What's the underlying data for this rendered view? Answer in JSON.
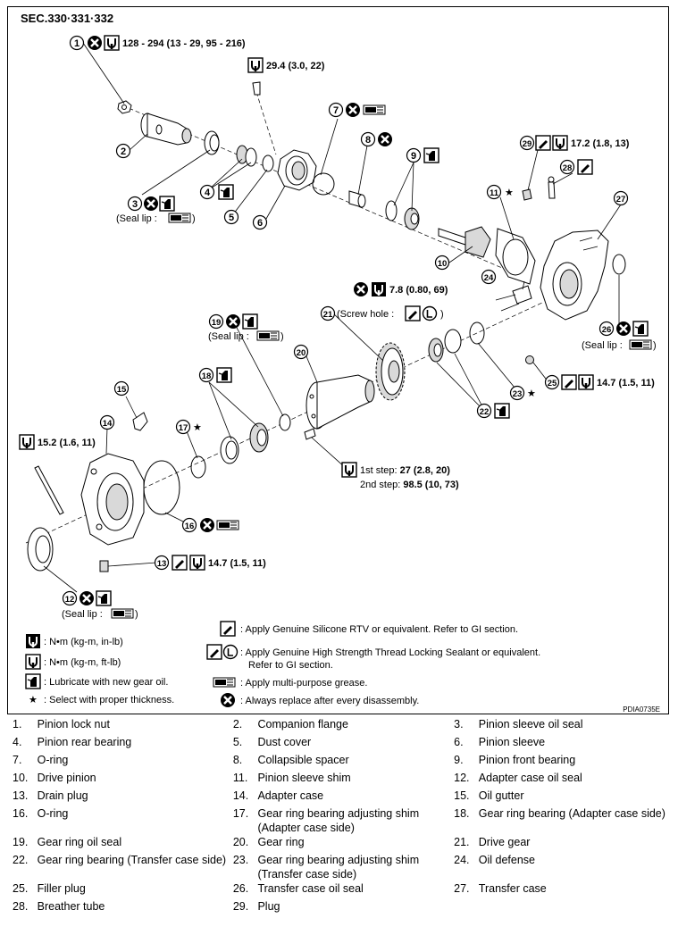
{
  "section": "SEC.330·331·332",
  "figure_id": "PDIA0735E",
  "callouts": {
    "c1": "1",
    "c2": "2",
    "c3": "3",
    "c4": "4",
    "c5": "5",
    "c6": "6",
    "c7": "7",
    "c8": "8",
    "c9": "9",
    "c10": "10",
    "c11": "11",
    "c12": "12",
    "c13": "13",
    "c14": "14",
    "c15": "15",
    "c16": "16",
    "c17": "17",
    "c18": "18",
    "c19": "19",
    "c20": "20",
    "c21": "21",
    "c22": "22",
    "c23": "23",
    "c24": "24",
    "c25": "25",
    "c26": "26",
    "c27": "27",
    "c28": "28",
    "c29": "29"
  },
  "torques": {
    "t1": "128 - 294 (13 - 29, 95 - 216)",
    "t_bolt": "29.4 (3.0, 22)",
    "t29": "17.2 (1.8, 13)",
    "t_defense": "7.8 (0.80, 69)",
    "t25": "14.7 (1.5, 11)",
    "t_adapter": "15.2 (1.6, 11)",
    "t13": "14.7 (1.5, 11)",
    "t_step1_label": "1st step: ",
    "t_step1": "27 (2.8, 20)",
    "t_step2_label": "2nd step: ",
    "t_step2": "98.5 (10, 73)"
  },
  "notes": {
    "seal_lip": "(Seal lip :",
    "close_paren": ")",
    "screw_hole": "(Screw hole :",
    "star": "★"
  },
  "legend_symbols": {
    "nm_kgm_inlb": ": N•m (kg-m, in-lb)",
    "nm_kgm_ftlb": ": N•m (kg-m, ft-lb)",
    "gear_oil": ": Lubricate with new gear oil.",
    "thickness": ": Select with proper thickness.",
    "rtv": ": Apply Genuine Silicone RTV or equivalent. Refer to GI section.",
    "thread_lock_1": ": Apply Genuine High Strength Thread Locking Sealant or equivalent.",
    "thread_lock_2": "Refer to GI section.",
    "grease": ": Apply multi-purpose grease.",
    "replace": ": Always replace after every disassembly."
  },
  "parts": [
    {
      "n": "1.",
      "name": "Pinion lock nut"
    },
    {
      "n": "2.",
      "name": "Companion flange"
    },
    {
      "n": "3.",
      "name": "Pinion sleeve oil seal"
    },
    {
      "n": "4.",
      "name": "Pinion rear bearing"
    },
    {
      "n": "5.",
      "name": "Dust cover"
    },
    {
      "n": "6.",
      "name": "Pinion sleeve"
    },
    {
      "n": "7.",
      "name": "O-ring"
    },
    {
      "n": "8.",
      "name": "Collapsible spacer"
    },
    {
      "n": "9.",
      "name": "Pinion front bearing"
    },
    {
      "n": "10.",
      "name": "Drive pinion"
    },
    {
      "n": "11.",
      "name": "Pinion sleeve shim"
    },
    {
      "n": "12.",
      "name": "Adapter case oil seal"
    },
    {
      "n": "13.",
      "name": "Drain plug"
    },
    {
      "n": "14.",
      "name": "Adapter case"
    },
    {
      "n": "15.",
      "name": "Oil gutter"
    },
    {
      "n": "16.",
      "name": "O-ring"
    },
    {
      "n": "17.",
      "name": "Gear ring bearing adjusting shim (Adapter case side)"
    },
    {
      "n": "18.",
      "name": "Gear ring bearing (Adapter case side)"
    },
    {
      "n": "19.",
      "name": "Gear ring oil seal"
    },
    {
      "n": "20.",
      "name": "Gear ring"
    },
    {
      "n": "21.",
      "name": "Drive gear"
    },
    {
      "n": "22.",
      "name": "Gear ring bearing (Transfer case side)"
    },
    {
      "n": "23.",
      "name": "Gear ring bearing adjusting shim (Transfer case side)"
    },
    {
      "n": "24.",
      "name": "Oil defense"
    },
    {
      "n": "25.",
      "name": "Filler plug"
    },
    {
      "n": "26.",
      "name": "Transfer case oil seal"
    },
    {
      "n": "27.",
      "name": "Transfer case"
    },
    {
      "n": "28.",
      "name": "Breather tube"
    },
    {
      "n": "29.",
      "name": "Plug"
    }
  ]
}
